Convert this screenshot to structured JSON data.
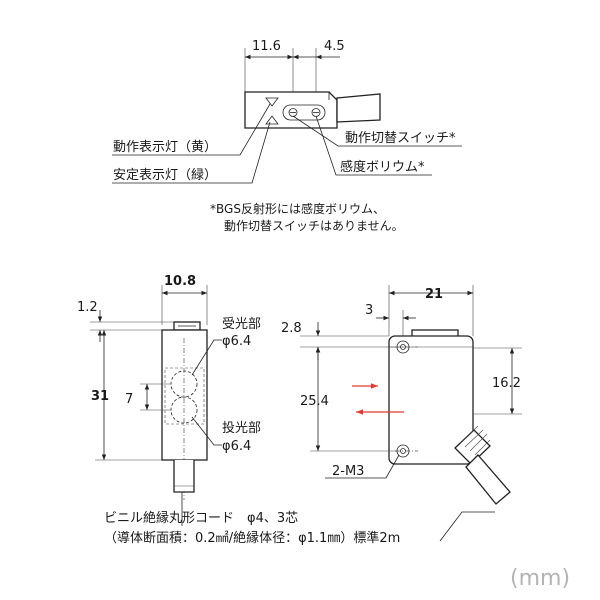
{
  "top_view": {
    "dim_width": "11.6",
    "dim_offset": "4.5",
    "label_operation_indicator": "動作表示灯（黄）",
    "label_stability_indicator": "安定表示灯（緑）",
    "label_mode_switch": "動作切替スイッチ*",
    "label_sensitivity_volume": "感度ボリウム*",
    "note_line1": "*BGS反射形には感度ボリウム、",
    "note_line2": "動作切替スイッチはありません。"
  },
  "front_view": {
    "dim_width": "10.8",
    "dim_top_offset": "1.2",
    "dim_height": "31",
    "dim_lens_pitch": "7",
    "label_receiver": "受光部",
    "label_receiver_dia": "φ6.4",
    "label_emitter": "投光部",
    "label_emitter_dia": "φ6.4"
  },
  "side_view": {
    "dim_width": "21",
    "dim_hole_offset_x": "3",
    "dim_hole_offset_y": "2.8",
    "dim_hole_pitch": "25.4",
    "dim_optical_axis": "16.2",
    "label_mount_holes": "2-M3",
    "arrow_color": "#e53935"
  },
  "cable_note": {
    "line1": "ビニル絶縁丸形コード　φ4、3芯",
    "line2_pre": "（導体断面積：0.2㎟",
    "line2_sup": "2",
    "line2_post": "/絶縁体径：φ1.1㎜）標準2m"
  },
  "unit_label": "(mm)"
}
